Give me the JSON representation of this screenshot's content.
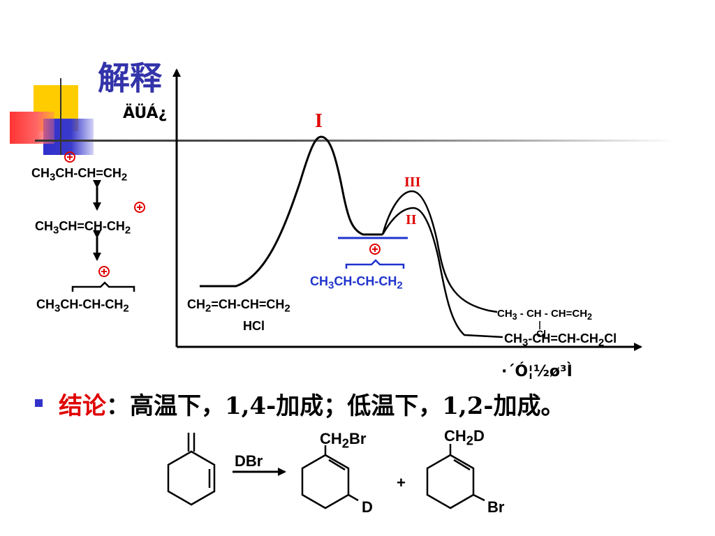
{
  "slide": {
    "title": "解释",
    "energy_label": "ÄÜÁ¿",
    "reaction_coord_label": "·´Ó¦½ø³Ì"
  },
  "left_column": {
    "structure_1": [
      "CH",
      "3",
      "CH-CH=CH",
      "2"
    ],
    "structure_2": [
      "CH",
      "3",
      "CH=CH-CH",
      "2"
    ],
    "structure_3": [
      "CH",
      "3",
      "CH-CH-CH",
      "2"
    ]
  },
  "diagram": {
    "reactant_line1": [
      "CH",
      "2",
      "=CH-CH=CH",
      "2"
    ],
    "reactant_line2": "HCl",
    "intermediate": [
      "CH",
      "3",
      "CH-CH-CH",
      "2"
    ],
    "peak_label_1": "I",
    "peak_label_2": "II",
    "peak_label_3": "III",
    "product_1": "CH3 - CH - CH=CH2",
    "product_1_parts": [
      "CH",
      "3",
      " - CH - CH=CH",
      "2"
    ],
    "product_1_substituent": "Cl",
    "product_2_parts": [
      "CH",
      "3",
      "-CH=CH-CH",
      "2",
      "Cl"
    ]
  },
  "conclusion": {
    "prefix": "结论",
    "text": "：高温下，1,4-加成；低温下，1,2-加成。"
  },
  "reaction": {
    "reagent": "DBr",
    "plus": "+",
    "product_a_top": [
      "CH",
      "2",
      "Br"
    ],
    "product_a_sub": "D",
    "product_b_top": [
      "CH",
      "2",
      "D"
    ],
    "product_b_sub": "Br"
  },
  "colors": {
    "title": "#3333aa",
    "highlight_red": "#e00000",
    "intermediate_blue": "#1f33cc",
    "deco_yellow": "#ffcc00",
    "deco_blue": "#3333cc",
    "deco_red": "#ff3333"
  }
}
